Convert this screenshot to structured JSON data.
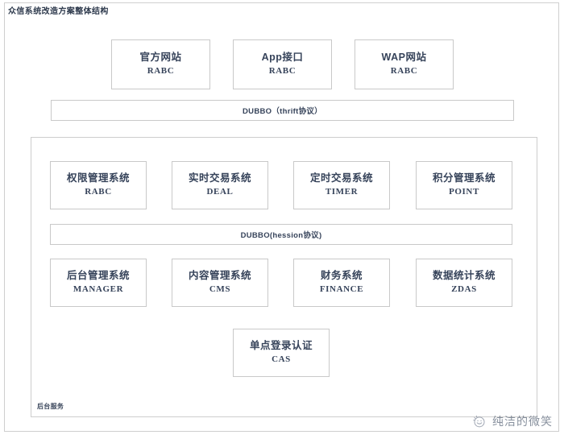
{
  "diagram": {
    "title": "众信系统改造方案整体结构",
    "type": "architecture-layers",
    "colors": {
      "background": "#ffffff",
      "box_border": "#c9c9c9",
      "frame_border": "#cfcfcf",
      "text": "#36435a",
      "watermark_text": "#5a6678"
    },
    "access_layer": {
      "nodes": [
        {
          "cn": "官方网站",
          "en": "RABC"
        },
        {
          "cn": "App接口",
          "en": "RABC"
        },
        {
          "cn": "WAP网站",
          "en": "RABC"
        }
      ]
    },
    "bus_top": {
      "label": "DUBBO（thrift协议）"
    },
    "backend_panel": {
      "label": "后台服务",
      "service_row_1": [
        {
          "cn": "权限管理系统",
          "en": "RABC"
        },
        {
          "cn": "实时交易系统",
          "en": "DEAL"
        },
        {
          "cn": "定时交易系统",
          "en": "TIMER"
        },
        {
          "cn": "积分管理系统",
          "en": "POINT"
        }
      ],
      "bus_inner": {
        "label": "DUBBO(hession协议)"
      },
      "service_row_2": [
        {
          "cn": "后台管理系统",
          "en": "MANAGER"
        },
        {
          "cn": "内容管理系统",
          "en": "CMS"
        },
        {
          "cn": "财务系统",
          "en": "FINANCE"
        },
        {
          "cn": "数据统计系统",
          "en": "ZDAS"
        }
      ],
      "service_row_3": [
        {
          "cn": "单点登录认证",
          "en": "CAS"
        }
      ]
    },
    "watermark": {
      "text": "纯洁的微笑",
      "logo": "smile-circle-icon"
    }
  }
}
